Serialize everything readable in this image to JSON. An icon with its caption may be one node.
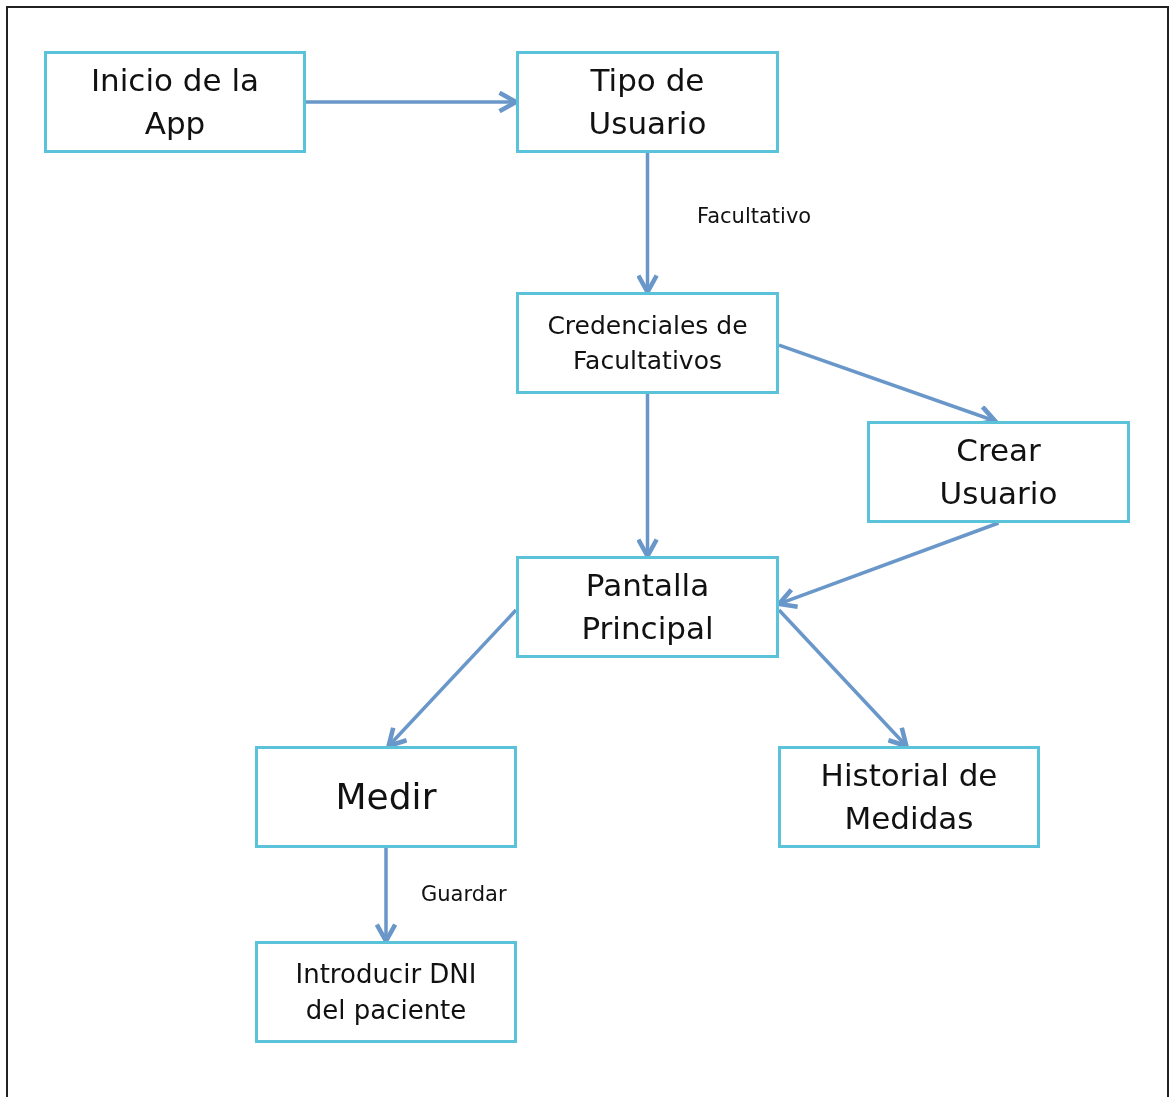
{
  "diagram": {
    "nodes": [
      {
        "text": [
          "Inicio de la App"
        ]
      },
      {
        "text": [
          "Tipo de Usuario"
        ]
      },
      {
        "text": [
          "Credenciales de Facultativos"
        ]
      },
      {
        "text": [
          "Crear Usuario"
        ]
      },
      {
        "text": [
          "Pantalla Principal"
        ]
      },
      {
        "text": [
          "Medir"
        ]
      },
      {
        "text": [
          "Historial de Medidas"
        ]
      },
      {
        "text": [
          "Introducir DNI del paciente"
        ]
      }
    ],
    "edges": [
      {
        "from": 0,
        "to": 1,
        "arrow": "to"
      },
      {
        "from": 1,
        "to": 2,
        "arrow": "to",
        "label": "Facultativo"
      },
      {
        "from": 2,
        "to": 3,
        "arrow": "to"
      },
      {
        "from": 2,
        "to": 4,
        "arrow": "to"
      },
      {
        "from": 3,
        "to": 4,
        "arrow": "to"
      },
      {
        "from": 4,
        "to": 5,
        "arrow": "to"
      },
      {
        "from": 4,
        "to": 6,
        "arrow": "to"
      },
      {
        "from": 5,
        "to": 7,
        "arrow": "to",
        "label": "Guardar"
      }
    ]
  }
}
